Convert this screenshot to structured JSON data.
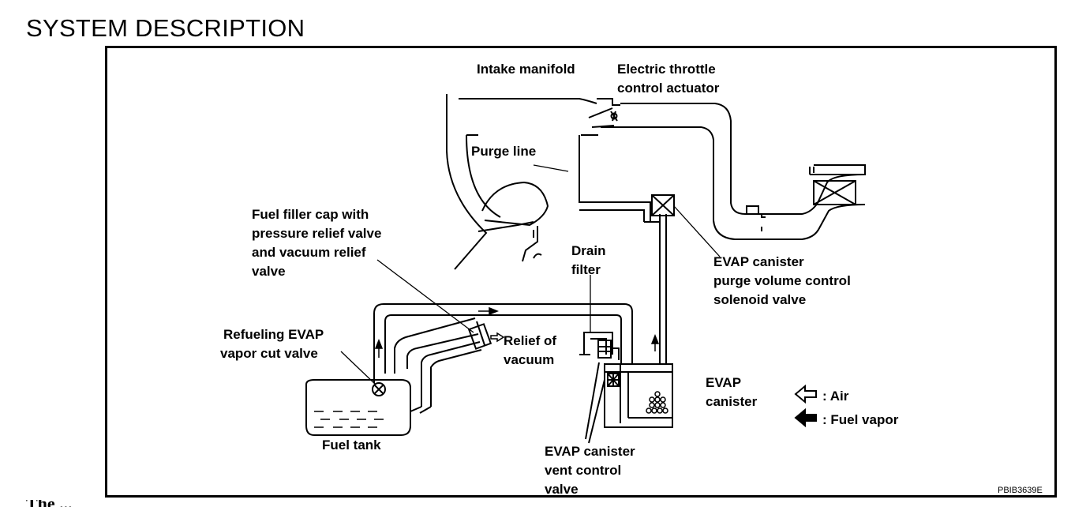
{
  "page": {
    "heading": "SYSTEM DESCRIPTION",
    "footer_fragment": "The ..."
  },
  "diagram": {
    "figure_code": "PBIB3639E",
    "labels": {
      "intake_manifold": "Intake manifold",
      "throttle_l1": "Electric throttle",
      "throttle_l2": "control actuator",
      "purge_line": "Purge line",
      "cap_l1": "Fuel filler cap with",
      "cap_l2": "pressure relief valve",
      "cap_l3": "and vacuum relief",
      "cap_l4": "valve",
      "drain_l1": "Drain",
      "drain_l2": "filter",
      "purge_valve_l1": "EVAP canister",
      "purge_valve_l2": "purge volume control",
      "purge_valve_l3": "solenoid valve",
      "refuel_l1": "Refueling EVAP",
      "refuel_l2": "vapor cut valve",
      "relief_l1": "Relief of",
      "relief_l2": "vacuum",
      "canister_l1": "EVAP",
      "canister_l2": "canister",
      "fuel_tank": "Fuel tank",
      "vent_l1": "EVAP canister",
      "vent_l2": "vent control",
      "vent_l3": "valve"
    },
    "legend": {
      "air": ": Air",
      "fuel_vapor": ": Fuel vapor"
    }
  }
}
